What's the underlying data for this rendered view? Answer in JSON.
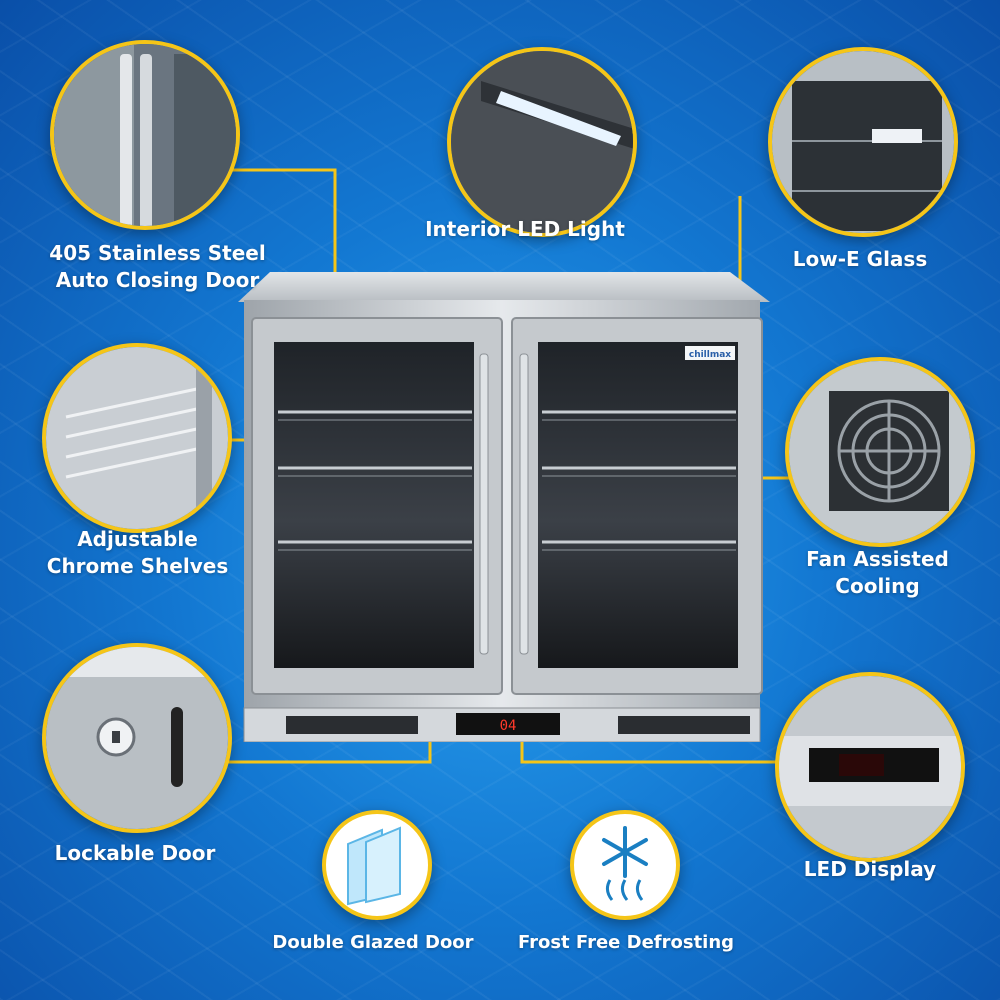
{
  "colors": {
    "accent": "#f5c518",
    "background": "#1378d2",
    "label": "#ffffff"
  },
  "features": {
    "stainless_door": {
      "line1": "405 Stainless Steel",
      "line2": "Auto Closing Door"
    },
    "led_light": {
      "label": "Interior LED Light"
    },
    "low_e_glass": {
      "label": "Low-E Glass"
    },
    "shelves": {
      "line1": "Adjustable",
      "line2": "Chrome Shelves"
    },
    "fan": {
      "line1": "Fan Assisted",
      "line2": "Cooling"
    },
    "lockable": {
      "label": "Lockable Door"
    },
    "led_display": {
      "label": "LED Display"
    },
    "double_glazed": {
      "label": "Double Glazed Door",
      "icon": "glass-panes-icon"
    },
    "frost_free": {
      "label": "Frost Free Defrosting",
      "icon": "snowflake-icon"
    }
  },
  "product": {
    "brand_badge": "chillmax",
    "display_reading": "04"
  }
}
